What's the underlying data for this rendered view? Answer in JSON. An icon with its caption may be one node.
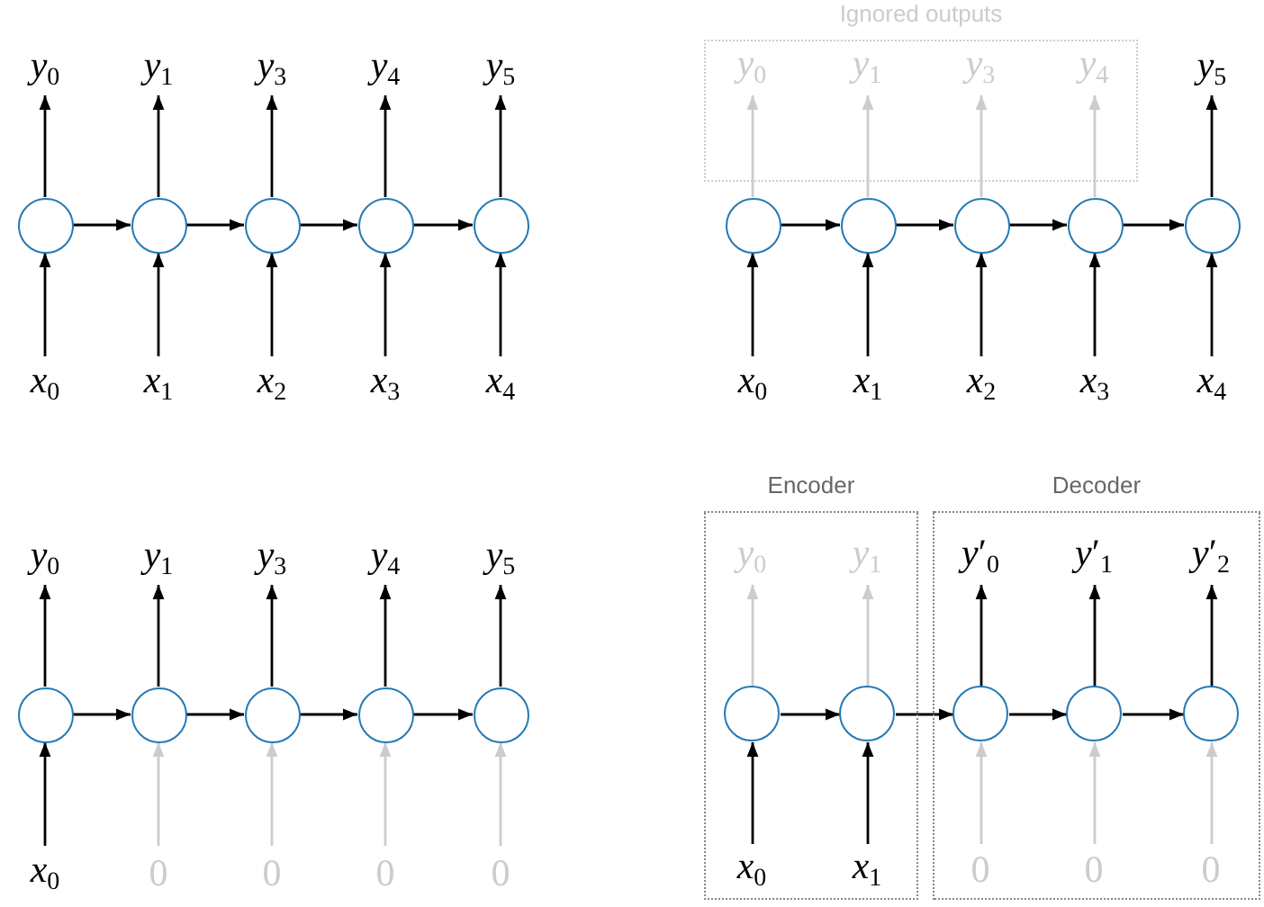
{
  "diagram": {
    "nodes": [
      {
        "text": [
          "*y*$_{0}$"
        ]
      },
      {
        "text": [
          "*y*$_{1}$"
        ]
      },
      {
        "text": [
          "*y*$_{3}$"
        ]
      },
      {
        "text": [
          "*y*$_{4}$"
        ]
      },
      {
        "text": [
          "*y*$_{5}$"
        ]
      },
      {
        "text": [],
        "shape": "circle"
      },
      {
        "text": [],
        "shape": "circle"
      },
      {
        "text": [],
        "shape": "circle"
      },
      {
        "text": [],
        "shape": "circle"
      },
      {
        "text": [],
        "shape": "circle"
      },
      {
        "text": [
          "*x*$_{0}$"
        ]
      },
      {
        "text": [
          "*x*$_{1}$"
        ]
      },
      {
        "text": [
          "*x*$_{2}$"
        ]
      },
      {
        "text": [
          "*x*$_{3}$"
        ]
      },
      {
        "text": [
          "*x*$_{4}$"
        ]
      },
      {
        "text": [
          "Ignored outputs"
        ]
      },
      {
        "text": [
          "*y*$_{0}$"
        ],
        "in": 15
      },
      {
        "text": [
          "*y*$_{1}$"
        ],
        "in": 15
      },
      {
        "text": [
          "*y*$_{3}$"
        ],
        "in": 15
      },
      {
        "text": [
          "*y*$_{4}$"
        ],
        "in": 15
      },
      {
        "text": [
          "*y*$_{5}$"
        ]
      },
      {
        "text": [],
        "shape": "circle"
      },
      {
        "text": [],
        "shape": "circle"
      },
      {
        "text": [],
        "shape": "circle"
      },
      {
        "text": [],
        "shape": "circle"
      },
      {
        "text": [],
        "shape": "circle"
      },
      {
        "text": [
          "*x*$_{0}$"
        ]
      },
      {
        "text": [
          "*x*$_{1}$"
        ]
      },
      {
        "text": [
          "*x*$_{2}$"
        ]
      },
      {
        "text": [
          "*x*$_{3}$"
        ]
      },
      {
        "text": [
          "*x*$_{4}$"
        ]
      },
      {
        "text": [
          "*y*$_{0}$"
        ]
      },
      {
        "text": [
          "*y*$_{1}$"
        ]
      },
      {
        "text": [
          "*y*$_{3}$"
        ]
      },
      {
        "text": [
          "*y*$_{4}$"
        ]
      },
      {
        "text": [
          "*y*$_{5}$"
        ]
      },
      {
        "text": [],
        "shape": "circle"
      },
      {
        "text": [],
        "shape": "circle"
      },
      {
        "text": [],
        "shape": "circle"
      },
      {
        "text": [],
        "shape": "circle"
      },
      {
        "text": [],
        "shape": "circle"
      },
      {
        "text": [
          "*x*$_{0}$"
        ]
      },
      {
        "text": [
          "0"
        ]
      },
      {
        "text": [
          "0"
        ]
      },
      {
        "text": [
          "0"
        ]
      },
      {
        "text": [
          "0"
        ]
      },
      {
        "text": [
          "Encoder"
        ]
      },
      {
        "text": [
          "Decoder"
        ]
      },
      {
        "text": [
          "*y*$_{0}$"
        ],
        "in": 46
      },
      {
        "text": [
          "*y*$_{1}$"
        ],
        "in": 46
      },
      {
        "text": [
          "*y*′$_{0}$"
        ],
        "in": 47
      },
      {
        "text": [
          "*y*′$_{1}$"
        ],
        "in": 47
      },
      {
        "text": [
          "*y*′$_{2}$"
        ],
        "in": 47
      },
      {
        "text": [],
        "shape": "circle",
        "in": 46
      },
      {
        "text": [],
        "shape": "circle",
        "in": 46
      },
      {
        "text": [],
        "shape": "circle",
        "in": 47
      },
      {
        "text": [],
        "shape": "circle",
        "in": 47
      },
      {
        "text": [],
        "shape": "circle",
        "in": 47
      },
      {
        "text": [
          "*x*$_{0}$"
        ],
        "in": 46
      },
      {
        "text": [
          "*x*$_{1}$"
        ],
        "in": 46
      },
      {
        "text": [
          "0"
        ],
        "in": 47
      },
      {
        "text": [
          "0"
        ],
        "in": 47
      },
      {
        "text": [
          "0"
        ],
        "in": 47
      }
    ],
    "edges": [
      {
        "from": 10,
        "to": 5,
        "arrow": "to"
      },
      {
        "from": 11,
        "to": 6,
        "arrow": "to"
      },
      {
        "from": 12,
        "to": 7,
        "arrow": "to"
      },
      {
        "from": 13,
        "to": 8,
        "arrow": "to"
      },
      {
        "from": 14,
        "to": 9,
        "arrow": "to"
      },
      {
        "from": 5,
        "to": 0,
        "arrow": "to"
      },
      {
        "from": 6,
        "to": 1,
        "arrow": "to"
      },
      {
        "from": 7,
        "to": 2,
        "arrow": "to"
      },
      {
        "from": 8,
        "to": 3,
        "arrow": "to"
      },
      {
        "from": 9,
        "to": 4,
        "arrow": "to"
      },
      {
        "from": 5,
        "to": 6,
        "arrow": "to"
      },
      {
        "from": 6,
        "to": 7,
        "arrow": "to"
      },
      {
        "from": 7,
        "to": 8,
        "arrow": "to"
      },
      {
        "from": 8,
        "to": 9,
        "arrow": "to"
      },
      {
        "from": 26,
        "to": 21,
        "arrow": "to"
      },
      {
        "from": 27,
        "to": 22,
        "arrow": "to"
      },
      {
        "from": 28,
        "to": 23,
        "arrow": "to"
      },
      {
        "from": 29,
        "to": 24,
        "arrow": "to"
      },
      {
        "from": 30,
        "to": 25,
        "arrow": "to"
      },
      {
        "from": 21,
        "to": 16,
        "arrow": "to",
        "color": "#cccccc"
      },
      {
        "from": 22,
        "to": 17,
        "arrow": "to",
        "color": "#cccccc"
      },
      {
        "from": 23,
        "to": 18,
        "arrow": "to",
        "color": "#cccccc"
      },
      {
        "from": 24,
        "to": 19,
        "arrow": "to",
        "color": "#cccccc"
      },
      {
        "from": 25,
        "to": 20,
        "arrow": "to"
      },
      {
        "from": 21,
        "to": 22,
        "arrow": "to"
      },
      {
        "from": 22,
        "to": 23,
        "arrow": "to"
      },
      {
        "from": 23,
        "to": 24,
        "arrow": "to"
      },
      {
        "from": 24,
        "to": 25,
        "arrow": "to"
      },
      {
        "from": 41,
        "to": 36,
        "arrow": "to"
      },
      {
        "from": 42,
        "to": 37,
        "arrow": "to",
        "color": "#cccccc"
      },
      {
        "from": 43,
        "to": 38,
        "arrow": "to",
        "color": "#cccccc"
      },
      {
        "from": 44,
        "to": 39,
        "arrow": "to",
        "color": "#cccccc"
      },
      {
        "from": 45,
        "to": 40,
        "arrow": "to",
        "color": "#cccccc"
      },
      {
        "from": 36,
        "to": 31,
        "arrow": "to"
      },
      {
        "from": 37,
        "to": 32,
        "arrow": "to"
      },
      {
        "from": 38,
        "to": 33,
        "arrow": "to"
      },
      {
        "from": 39,
        "to": 34,
        "arrow": "to"
      },
      {
        "from": 40,
        "to": 35,
        "arrow": "to"
      },
      {
        "from": 36,
        "to": 37,
        "arrow": "to"
      },
      {
        "from": 37,
        "to": 38,
        "arrow": "to"
      },
      {
        "from": 38,
        "to": 39,
        "arrow": "to"
      },
      {
        "from": 39,
        "to": 40,
        "arrow": "to"
      },
      {
        "from": 58,
        "to": 53,
        "arrow": "to"
      },
      {
        "from": 59,
        "to": 54,
        "arrow": "to"
      },
      {
        "from": 60,
        "to": 55,
        "arrow": "to",
        "color": "#cccccc"
      },
      {
        "from": 61,
        "to": 56,
        "arrow": "to",
        "color": "#cccccc"
      },
      {
        "from": 62,
        "to": 57,
        "arrow": "to",
        "color": "#cccccc"
      },
      {
        "from": 53,
        "to": 48,
        "arrow": "to",
        "color": "#cccccc"
      },
      {
        "from": 54,
        "to": 49,
        "arrow": "to",
        "color": "#cccccc"
      },
      {
        "from": 55,
        "to": 50,
        "arrow": "to"
      },
      {
        "from": 56,
        "to": 51,
        "arrow": "to"
      },
      {
        "from": 57,
        "to": 52,
        "arrow": "to"
      },
      {
        "from": 53,
        "to": 54,
        "arrow": "to"
      },
      {
        "from": 54,
        "to": 55,
        "arrow": "to"
      },
      {
        "from": 55,
        "to": 56,
        "arrow": "to"
      },
      {
        "from": 56,
        "to": 57,
        "arrow": "to"
      }
    ]
  }
}
